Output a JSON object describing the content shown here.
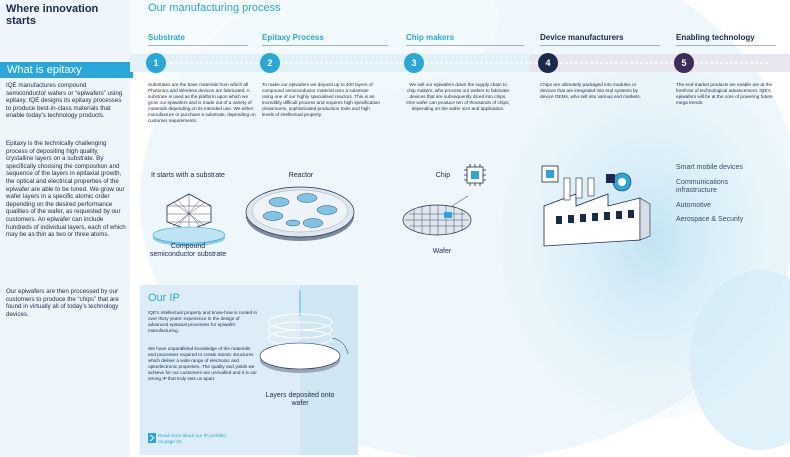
{
  "left": {
    "title": "Where innovation starts",
    "what_is_epitaxy": "What is epitaxy",
    "para1": "IQE manufactures compound semiconductor wafers or “epiwafers” using epitaxy. IQE designs its epitaxy processes to produce best-in-class materials that enable today’s technology products.",
    "para2": "Epitaxy is the technically challenging process of depositing high quality, crystalline layers on a substrate. By specifically choosing the composition and sequence of the layers in epitaxial growth, the optical and electrical properties of the epiwafer are able to be tuned. We grow our wafer layers in a specific atomic order depending on the desired performance qualities of the wafer, as requested by our customers. An epiwafer can include hundreds of individual layers, each of which may be as thin as two or three atoms.",
    "para3": "Our epiwafers are then processed by our customers to produce the “chips” that are found in virtually all of today’s technology devices."
  },
  "process": {
    "title": "Our manufacturing process",
    "stages": [
      {
        "num": "1",
        "label": "Substrate",
        "desc": "Substrates are the base materials from which all Photonics and Wireless devices are fabricated. A substrate is used as the platform upon which we grow our epiwafers and is made out of a variety of materials depending on its intended use. We either manufacture or purchase a substrate, depending on customer requirements."
      },
      {
        "num": "2",
        "label": "Epitaxy Process",
        "desc": "To make our epiwafers we deposit up to 400 layers of compound semiconductor material onto a substrate using one of our highly specialised reactors. This is an incredibly difficult process and requires high specification cleanrooms, sophisticated production tools and high levels of intellectual property."
      },
      {
        "num": "3",
        "label": "Chip makers",
        "desc": "We sell our epiwafers down the supply chain to chip makers, who process our wafers to fabricate devices that are subsequently diced into chips. One wafer can produce ten of thousands of chips, depending on the wafer size and application."
      },
      {
        "num": "4",
        "label": "Device manufacturers",
        "desc": "Chips are ultimately packaged into modules or devices that are integrated into end systems by device OEMs, who sell into various end markets."
      },
      {
        "num": "5",
        "label": "Enabling technology",
        "desc": "The end-market products we enable are at the forefront of technological advancement. IQE’s epiwafers will be at the core of powering future mega trends."
      }
    ]
  },
  "illustrations": {
    "starts_with": "It starts with a substrate",
    "compound_substrate": "Compound semiconductor substrate",
    "reactor": "Reactor",
    "chip": "Chip",
    "wafer": "Wafer",
    "layers_deposited": "Layers deposited onto wafer"
  },
  "end_markets": [
    "Smart mobile devices",
    "Communications infrastructure",
    "Automotive",
    "Aerospace & Security"
  ],
  "our_ip": {
    "title": "Our IP",
    "para1": "IQE’s intellectual property and know-how is rooted in over thirty years’ experience in the design of advanced epitaxial processes for epiwafer manufacturing.",
    "para2": "We have unparalleled knowledge of the materials and processes required to create atomic structures which deliver a wide range of electronic and optoelectronic properties. The quality and yields we achieve for our customers are unrivalled and it is our strong IP that truly sets us apart.",
    "read_more": "Read more about our IP portfolio",
    "read_more_page": "on page 31"
  }
}
